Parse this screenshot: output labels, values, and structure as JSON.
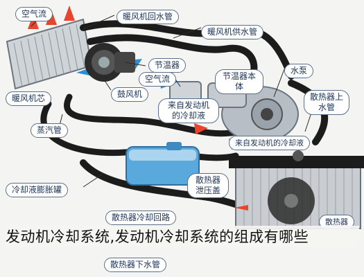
{
  "labels": {
    "air_flow": "空气流",
    "heater_return_pipe": "暖风机回水管",
    "heater_supply_pipe": "暖风机供水管",
    "thermostat": "节温器",
    "air_flow_2": "空气流",
    "water_pump": "水泵",
    "thermostat_body": "节温器本体",
    "radiator_upper_pipe": "散热器上水管",
    "blower": "鼓风机",
    "heater_core": "暖风机芯",
    "engine_coolant": "来自发动机的冷却液",
    "steam_pipe": "蒸汽管",
    "coolant_to_radiator": "来自发动机的冷却液",
    "radiator_cap": "散热器泄压盖",
    "coolant_reservoir": "冷却液膨胀罐",
    "radiator_return": "散热器冷却回路",
    "radiator_partial": "散热器",
    "radiator_lower_pipe": "散热器下水管"
  },
  "caption": "发动机冷却系统,发动机冷却系统的组成有哪些",
  "colors": {
    "pipe": "#1c1c1c",
    "hot": "#e8452c",
    "cool": "#2a8fd6",
    "reservoir": "#5aa9dc",
    "radiator": "#c9ccd1"
  }
}
